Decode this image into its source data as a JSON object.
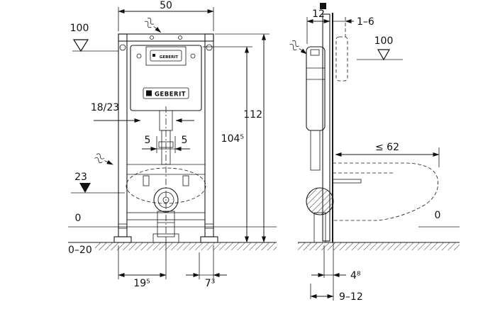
{
  "drawing": {
    "brand": "GEBERIT",
    "front": {
      "width": "50",
      "actuator_height": "100",
      "total_height": "112",
      "cistern_height": "104⁵",
      "bend_depth": "18/23",
      "offset_5_left": "5",
      "offset_5_right": "5",
      "outlet_level": "23",
      "floor_zero": "0",
      "floor_buildup": "0–20",
      "outlet_offset": "19⁵",
      "side_offset": "7³"
    },
    "side": {
      "frame_depth": "12",
      "wall_finish": "1–6",
      "actuator_height": "100",
      "bowl_depth_max": "≤ 62",
      "floor_zero": "0",
      "outlet_wall_distance": "4⁸",
      "outlet_range": "9–12"
    }
  }
}
